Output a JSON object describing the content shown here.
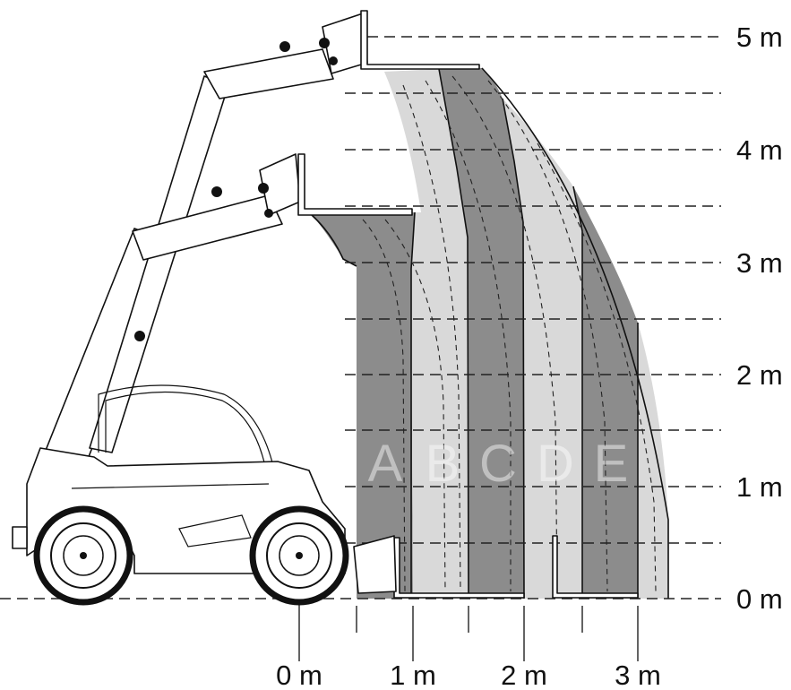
{
  "height_labels": [
    "0 m",
    "1 m",
    "2 m",
    "3 m",
    "4 m",
    "5 m"
  ],
  "distance_labels": [
    "0 m",
    "1 m",
    "2 m",
    "3 m"
  ],
  "zones": [
    {
      "letter": "A",
      "color": "#8c8c8c"
    },
    {
      "letter": "B",
      "color": "#d9d9d9"
    },
    {
      "letter": "C",
      "color": "#8c8c8c"
    },
    {
      "letter": "D",
      "color": "#d9d9d9"
    },
    {
      "letter": "E",
      "color": "#8c8c8c"
    }
  ],
  "colors": {
    "line": "#222222",
    "light_zone": "#d9d9d9",
    "dark_zone": "#8c8c8c",
    "background": "#ffffff"
  }
}
